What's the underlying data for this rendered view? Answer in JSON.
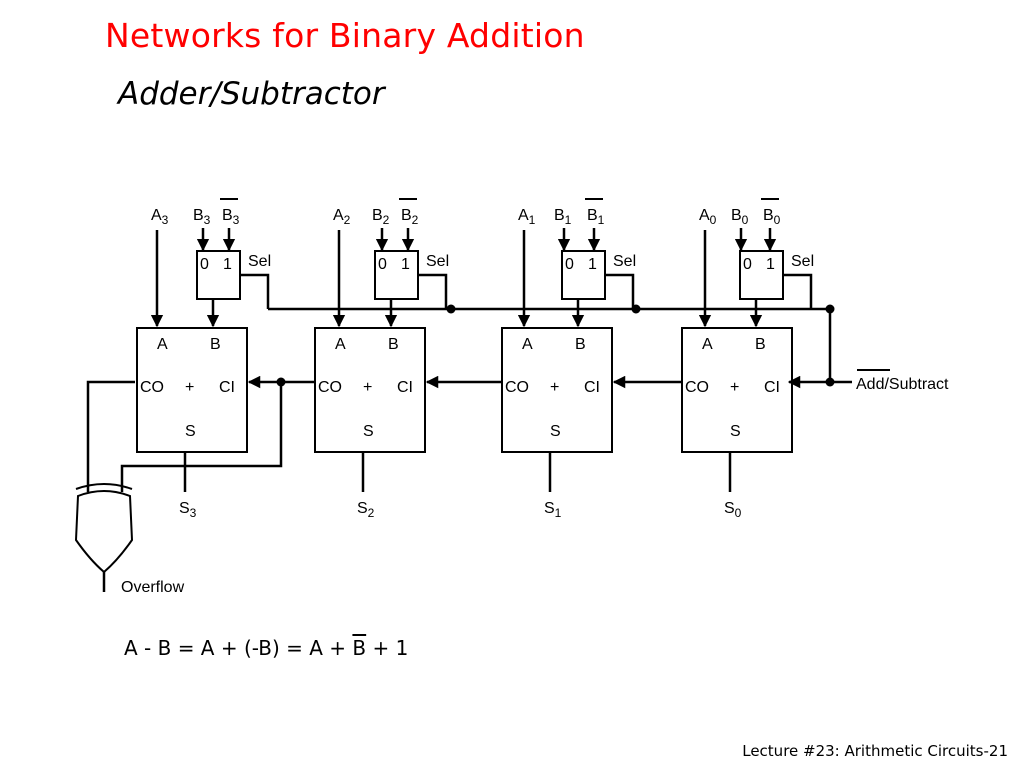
{
  "title": "Networks for Binary Addition",
  "subtitle": "Adder/Subtractor",
  "equation": {
    "part1": "A - B = A + (-B) = A + ",
    "over": "B",
    "part2": " + 1"
  },
  "footer": "Lecture #23: Arithmetic Circuits-21",
  "diagram": {
    "stages": [
      {
        "a": "A",
        "a_sub": "3",
        "b": "B",
        "b_sub": "3",
        "bbar": "B",
        "bbar_sub": "3",
        "s": "S",
        "s_sub": "3"
      },
      {
        "a": "A",
        "a_sub": "2",
        "b": "B",
        "b_sub": "2",
        "bbar": "B",
        "bbar_sub": "2",
        "s": "S",
        "s_sub": "2"
      },
      {
        "a": "A",
        "a_sub": "1",
        "b": "B",
        "b_sub": "1",
        "bbar": "B",
        "bbar_sub": "1",
        "s": "S",
        "s_sub": "1"
      },
      {
        "a": "A",
        "a_sub": "0",
        "b": "B",
        "b_sub": "0",
        "bbar": "B",
        "bbar_sub": "0",
        "s": "S",
        "s_sub": "0"
      }
    ],
    "mux": {
      "in0": "0",
      "in1": "1",
      "sel": "Sel"
    },
    "adder": {
      "a": "A",
      "b": "B",
      "co": "CO",
      "plus": "+",
      "ci": "CI",
      "s": "S"
    },
    "control_label": "Add/Subtract",
    "overflow_label": "Overflow"
  }
}
